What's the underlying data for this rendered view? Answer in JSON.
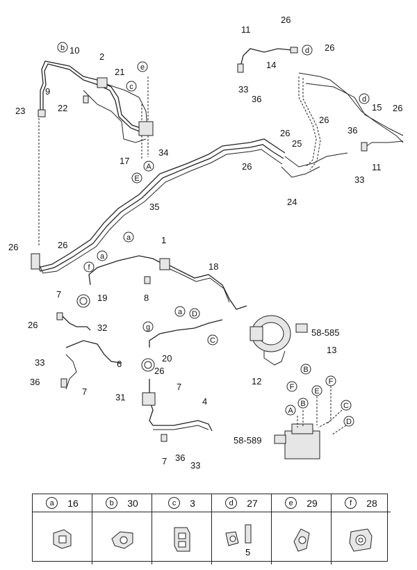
{
  "callouts": {
    "n2": "2",
    "n9": "9",
    "n10": "10",
    "n21": "21",
    "n23": "23",
    "n22": "22",
    "n17": "17",
    "n34": "34",
    "n35": "35",
    "n11a": "11",
    "n26a": "26",
    "n26b": "26",
    "n14": "14",
    "n33a": "33",
    "n36a": "36",
    "n26c": "26",
    "n15": "15",
    "n26d": "26",
    "n36b": "36",
    "n11b": "11",
    "n33b": "33",
    "n26e": "26",
    "n25": "25",
    "n26f": "26",
    "n24": "24",
    "n26g": "26",
    "n26h": "26",
    "n1": "1",
    "n18": "18",
    "n19": "19",
    "n8": "8",
    "n7a": "7",
    "n26i": "26",
    "n32": "32",
    "n33c": "33",
    "n6": "6",
    "n36c": "36",
    "n7b": "7",
    "n20": "20",
    "n26j": "26",
    "n7c": "7",
    "n31": "31",
    "n4": "4",
    "n7d": "7",
    "n36d": "36",
    "n33d": "33",
    "n58585": "58-585",
    "n13": "13",
    "n12": "12",
    "n58589": "58-589"
  },
  "circled": {
    "b1": "b",
    "c1": "c",
    "e1": "e",
    "A1": "A",
    "E1": "E",
    "d1": "d",
    "d2": "d",
    "a1": "a",
    "a2": "a",
    "a3": "a",
    "f1": "f",
    "g1": "g",
    "D1": "D",
    "C1": "C",
    "B1": "B",
    "F1": "F",
    "A2": "A",
    "B2": "B",
    "E2": "E",
    "F2": "F",
    "C2": "C",
    "D2": "D"
  },
  "legend": [
    {
      "letter": "a",
      "number": "16",
      "icon": "clip-16-icon"
    },
    {
      "letter": "b",
      "number": "30",
      "icon": "clip-30-icon"
    },
    {
      "letter": "c",
      "number": "3",
      "icon": "clip-3-icon"
    },
    {
      "letter": "d",
      "number": "27",
      "icon": "clip-27-icon",
      "sub_number": "5"
    },
    {
      "letter": "e",
      "number": "29",
      "icon": "clip-29-icon"
    },
    {
      "letter": "f",
      "number": "28",
      "icon": "clip-28-icon"
    }
  ]
}
